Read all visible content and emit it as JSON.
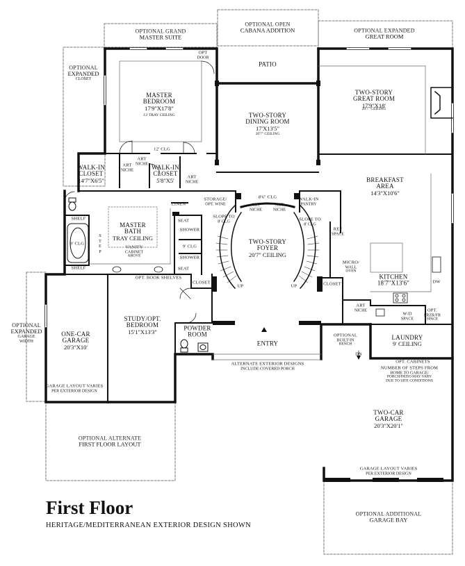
{
  "title": "First Floor",
  "subtitle": "HERITAGE/MEDITERRANEAN EXTERIOR DESIGN SHOWN",
  "rooms": [
    {
      "id": "opt-grand-master",
      "kind": "opt",
      "name": "OPTIONAL GRAND",
      "dims": "MASTER SUITE",
      "note": ""
    },
    {
      "id": "opt-cabana",
      "kind": "opt",
      "name": "OPTIONAL OPEN",
      "dims": "CABANA ADDITION",
      "note": ""
    },
    {
      "id": "opt-great-room",
      "kind": "opt",
      "name": "OPTIONAL EXPANDED",
      "dims": "GREAT ROOM",
      "note": ""
    },
    {
      "id": "opt-closet",
      "kind": "opt",
      "name": "OPTIONAL",
      "dims": "EXPANDED",
      "note": "CLOSET"
    },
    {
      "id": "opt-door",
      "kind": "sm",
      "name": "OPT",
      "dims": "DOOR",
      "note": ""
    },
    {
      "id": "patio",
      "kind": "room",
      "name": "PATIO",
      "dims": "",
      "note": ""
    },
    {
      "id": "master-bedroom",
      "kind": "room",
      "name": "MASTER",
      "dims": "BEDROOM",
      "note": "17'9\"X17'8\""
    },
    {
      "id": "master-tray",
      "kind": "sm",
      "name": "",
      "dims": "",
      "note": "13' TRAY CEILING"
    },
    {
      "id": "dining",
      "kind": "room",
      "name": "TWO-STORY",
      "dims": "DINING ROOM",
      "note": "17'X13'5\""
    },
    {
      "id": "dining-clg",
      "kind": "sm",
      "name": "",
      "dims": "",
      "note": "20'7\" CEILING"
    },
    {
      "id": "great-room",
      "kind": "room",
      "name": "TWO-STORY",
      "dims": "GREAT ROOM",
      "note": "17'9\"X18'"
    },
    {
      "id": "great-clg",
      "kind": "sm",
      "name": "",
      "dims": "",
      "note": "20'7\" CEILING"
    },
    {
      "id": "clg-12",
      "kind": "sm",
      "name": "12' CLG",
      "dims": "",
      "note": ""
    },
    {
      "id": "art-niche-1",
      "kind": "sm",
      "name": "ART",
      "dims": "NICHE",
      "note": ""
    },
    {
      "id": "art-niche-2",
      "kind": "sm",
      "name": "ART",
      "dims": "NICHE",
      "note": ""
    },
    {
      "id": "art-niche-3",
      "kind": "sm",
      "name": "ART",
      "dims": "NICHE",
      "note": ""
    },
    {
      "id": "wic-1",
      "kind": "room",
      "name": "WALK-IN",
      "dims": "CLOSET",
      "note": "14'7\"X6'5\""
    },
    {
      "id": "wic-2",
      "kind": "room",
      "name": "WALK-IN",
      "dims": "CLOSET",
      "note": "5'8\"X5'"
    },
    {
      "id": "breakfast",
      "kind": "room",
      "name": "BREAKFAST",
      "dims": "AREA",
      "note": "14'3\"X10'6\""
    },
    {
      "id": "linen",
      "kind": "sm",
      "name": "LINEN",
      "dims": "",
      "note": ""
    },
    {
      "id": "storage",
      "kind": "sm",
      "name": "STORAGE/",
      "dims": "OPT. WINE",
      "note": ""
    },
    {
      "id": "clg-86",
      "kind": "sm",
      "name": "8'6\" CLG",
      "dims": "",
      "note": ""
    },
    {
      "id": "art-niche-4",
      "kind": "sm",
      "name": "ART",
      "dims": "NICHE",
      "note": ""
    },
    {
      "id": "art-niche-5",
      "kind": "sm",
      "name": "ART",
      "dims": "NICHE",
      "note": ""
    },
    {
      "id": "wi-pantry",
      "kind": "sm",
      "name": "WALK-IN",
      "dims": "PANTRY",
      "note": ""
    },
    {
      "id": "slope-1",
      "kind": "sm",
      "name": "SLOPE TO",
      "dims": "8' CLG",
      "note": ""
    },
    {
      "id": "slope-2",
      "kind": "sm",
      "name": "SLOPE TO",
      "dims": "8' CLG",
      "note": ""
    },
    {
      "id": "ref-space",
      "kind": "sm",
      "name": "REF",
      "dims": "SPACE",
      "note": ""
    },
    {
      "id": "shelf-1",
      "kind": "sm",
      "name": "SHELF",
      "dims": "",
      "note": ""
    },
    {
      "id": "shelf-2",
      "kind": "sm",
      "name": "SHELF",
      "dims": "",
      "note": ""
    },
    {
      "id": "tub-clg",
      "kind": "sm",
      "name": "9' CLG",
      "dims": "",
      "note": ""
    },
    {
      "id": "master-bath",
      "kind": "room",
      "name": "MASTER",
      "dims": "BATH",
      "note": "TRAY CEILING"
    },
    {
      "id": "vanity",
      "kind": "sm",
      "name": "VANITY",
      "dims": "CABINET",
      "note": "ABOVE"
    },
    {
      "id": "seat-1",
      "kind": "sm",
      "name": "SEAT",
      "dims": "",
      "note": ""
    },
    {
      "id": "seat-2",
      "kind": "sm",
      "name": "SEAT",
      "dims": "",
      "note": ""
    },
    {
      "id": "shower-1",
      "kind": "sm",
      "name": "SHOWER",
      "dims": "",
      "note": ""
    },
    {
      "id": "shower-clg",
      "kind": "sm",
      "name": "9' CLG",
      "dims": "",
      "note": ""
    },
    {
      "id": "shower-2",
      "kind": "sm",
      "name": "SHOWER",
      "dims": "",
      "note": ""
    },
    {
      "id": "foyer",
      "kind": "room",
      "name": "TWO-STORY",
      "dims": "FOYER",
      "note": "20'7\" CEILING"
    },
    {
      "id": "micro",
      "kind": "sm",
      "name": "MICRO/",
      "dims": "WALL",
      "note": "OVEN"
    },
    {
      "id": "kitchen",
      "kind": "room",
      "name": "KITCHEN",
      "dims": "18'7\"X13'6\"",
      "note": ""
    },
    {
      "id": "dw",
      "kind": "sm",
      "name": "DW",
      "dims": "",
      "note": ""
    },
    {
      "id": "book-shelves",
      "kind": "sm",
      "name": "OPT. BOOK SHELVES",
      "dims": "",
      "note": ""
    },
    {
      "id": "closet-1",
      "kind": "sm",
      "name": "CLOSET",
      "dims": "",
      "note": ""
    },
    {
      "id": "closet-2",
      "kind": "sm",
      "name": "CLOSET",
      "dims": "",
      "note": ""
    },
    {
      "id": "up-1",
      "kind": "sm",
      "name": "UP",
      "dims": "",
      "note": ""
    },
    {
      "id": "up-2",
      "kind": "sm",
      "name": "UP",
      "dims": "",
      "note": ""
    },
    {
      "id": "art-niche-6",
      "kind": "sm",
      "name": "ART",
      "dims": "NICHE",
      "note": ""
    },
    {
      "id": "wd-space",
      "kind": "sm",
      "name": "W/D",
      "dims": "SPACE",
      "note": ""
    },
    {
      "id": "frz",
      "kind": "sm",
      "name": "OPT.",
      "dims": "FRZR/FR",
      "note": "SPACE"
    },
    {
      "id": "opt-garage-width",
      "kind": "opt",
      "name": "OPTIONAL",
      "dims": "EXPANDED",
      "note": "GARAGE\nWIDTH"
    },
    {
      "id": "one-car",
      "kind": "room",
      "name": "ONE-CAR",
      "dims": "GARAGE",
      "note": "20'3\"X10'"
    },
    {
      "id": "study",
      "kind": "room",
      "name": "STUDY/OPT.",
      "dims": "BEDROOM",
      "note": "15'1\"X13'3\""
    },
    {
      "id": "powder",
      "kind": "room",
      "name": "POWDER",
      "dims": "ROOM",
      "note": ""
    },
    {
      "id": "entry",
      "kind": "room",
      "name": "ENTRY",
      "dims": "",
      "note": ""
    },
    {
      "id": "builtin",
      "kind": "sm",
      "name": "OPTIONAL",
      "dims": "BUILT-IN",
      "note": "BENCH"
    },
    {
      "id": "laundry",
      "kind": "room",
      "name": "LAUNDRY",
      "dims": "",
      "note": "9' CEILING"
    },
    {
      "id": "opt-cabinets",
      "kind": "sm",
      "name": "OPT. CABINETS",
      "dims": "",
      "note": ""
    },
    {
      "id": "dn",
      "kind": "sm",
      "name": "DN",
      "dims": "",
      "note": ""
    },
    {
      "id": "alt-ext",
      "kind": "sm",
      "name": "ALTERNATE EXTERIOR DESIGNS",
      "dims": "INCLUDE COVERED PORCH",
      "note": ""
    },
    {
      "id": "steps-note",
      "kind": "sm",
      "name": "NUMBER OF STEPS FROM",
      "dims": "HOME TO GARAGE/",
      "note": "PORCH/PATIO MAY VARY\nDUE TO SITE CONDITIONS"
    },
    {
      "id": "garage-note-1",
      "kind": "sm",
      "name": "GARAGE LAYOUT VARIES",
      "dims": "PER EXTERIOR DESIGN",
      "note": ""
    },
    {
      "id": "alt-layout",
      "kind": "opt",
      "name": "OPTIONAL ALTERNATE",
      "dims": "FIRST FLOOR LAYOUT",
      "note": ""
    },
    {
      "id": "two-car",
      "kind": "room",
      "name": "TWO-CAR",
      "dims": "GARAGE",
      "note": "20'3\"X20'1\""
    },
    {
      "id": "garage-note-2",
      "kind": "sm",
      "name": "GARAGE LAYOUT VARIES",
      "dims": "PER EXTERIOR DESIGN",
      "note": ""
    },
    {
      "id": "opt-garage-bay",
      "kind": "opt",
      "name": "OPTIONAL ADDITIONAL",
      "dims": "GARAGE BAY",
      "note": ""
    }
  ],
  "step_letters": [
    "S",
    "T",
    "E",
    "P"
  ]
}
